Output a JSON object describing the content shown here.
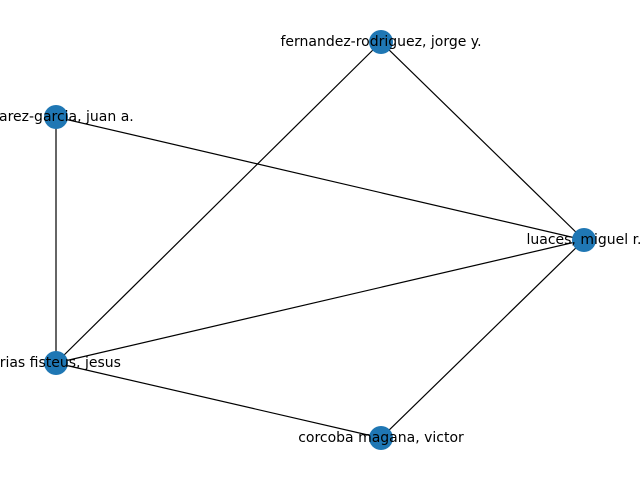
{
  "colors": {
    "node": "#1f77b4",
    "edge": "#000000",
    "label": "#000000",
    "background": "#ffffff"
  },
  "nodes": [
    {
      "id": "fernandez-rodriguez",
      "label": "fernandez-rodriguez, jorge y."
    },
    {
      "id": "alvarez-garcia",
      "label": "alvarez-garcia, juan a."
    },
    {
      "id": "luaces",
      "label": "luaces, miguel r."
    },
    {
      "id": "arias-fisteus",
      "label": "arias fisteus, jesus"
    },
    {
      "id": "corcoba-magana",
      "label": "corcoba magana, victor"
    }
  ],
  "edges": [
    {
      "source": "fernandez-rodriguez",
      "target": "luaces"
    },
    {
      "source": "fernandez-rodriguez",
      "target": "arias-fisteus"
    },
    {
      "source": "alvarez-garcia",
      "target": "luaces"
    },
    {
      "source": "alvarez-garcia",
      "target": "arias-fisteus"
    },
    {
      "source": "arias-fisteus",
      "target": "luaces"
    },
    {
      "source": "arias-fisteus",
      "target": "corcoba-magana"
    },
    {
      "source": "corcoba-magana",
      "target": "luaces"
    }
  ]
}
